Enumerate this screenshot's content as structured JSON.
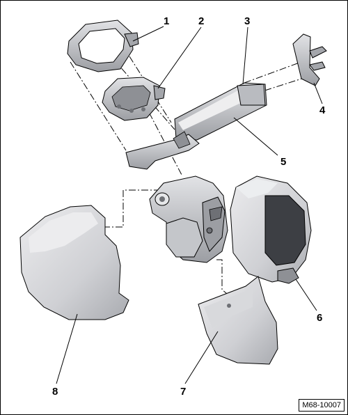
{
  "diagram": {
    "reference_code": "M68-10007",
    "callouts": [
      "1",
      "2",
      "3",
      "4",
      "5",
      "6",
      "7",
      "8"
    ]
  },
  "colors": {
    "part_fill": "#d2d3d7",
    "part_shade": "#a4a6ab",
    "part_dark": "#6e7075",
    "outline": "#000000",
    "screen": "#3d3f44"
  }
}
